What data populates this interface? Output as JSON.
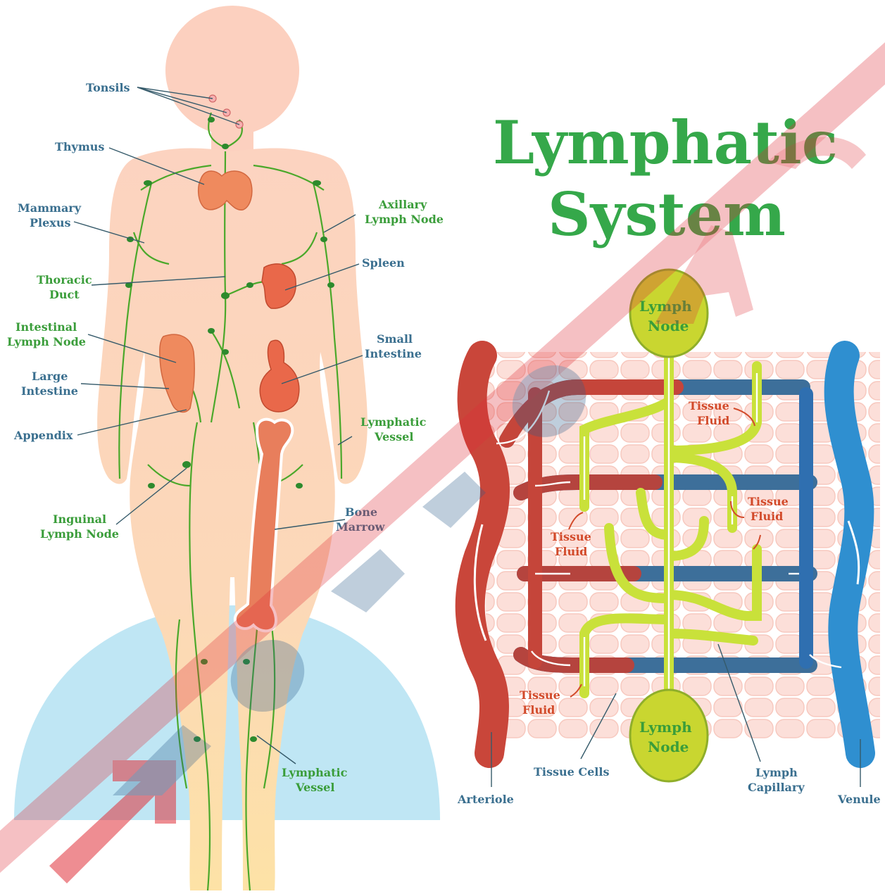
{
  "title": {
    "line1": "Lymphatic",
    "line2": "System"
  },
  "body_labels": {
    "tonsils": "Tonsils",
    "thymus": "Thymus",
    "mammary_1": "Mammary",
    "mammary_2": "Plexus",
    "thoracic_1": "Thoracic",
    "thoracic_2": "Duct",
    "intestinal_1": "Intestinal",
    "intestinal_2": "Lymph Node",
    "large_1": "Large",
    "large_2": "Intestine",
    "appendix": "Appendix",
    "inguinal_1": "Inguinal",
    "inguinal_2": "Lymph Node",
    "axillary_1": "Axillary",
    "axillary_2": "Lymph Node",
    "spleen": "Spleen",
    "small_1": "Small",
    "small_2": "Intestine",
    "lymphatic_vessel_1": "Lymphatic",
    "lymphatic_vessel_2": "Vessel",
    "bone_1": "Bone",
    "bone_2": "Marrow",
    "lower_vessel_1": "Lymphatic",
    "lower_vessel_2": "Vessel"
  },
  "diagram_labels": {
    "lymph_node_top_1": "Lymph",
    "lymph_node_top_2": "Node",
    "lymph_node_bottom_1": "Lymph",
    "lymph_node_bottom_2": "Node",
    "tissue": "Tissue",
    "fluid": "Fluid",
    "arteriole": "Arteriole",
    "venule": "Venule",
    "tissue_cells": "Tissue Cells",
    "lymph_capillary_1": "Lymph",
    "lymph_capillary_2": "Capillary"
  },
  "colors": {
    "title_green": "#35a84a",
    "label_blue": "#3a6f8f",
    "label_green": "#3a9d3a",
    "label_red": "#d24a2a",
    "arteriole_red": "#c9463a",
    "venule_blue": "#2f8fd0",
    "lymph_yellow": "#c9e13a",
    "body_skin": "#fbd7b5",
    "watermark_red": "#e0303a"
  }
}
